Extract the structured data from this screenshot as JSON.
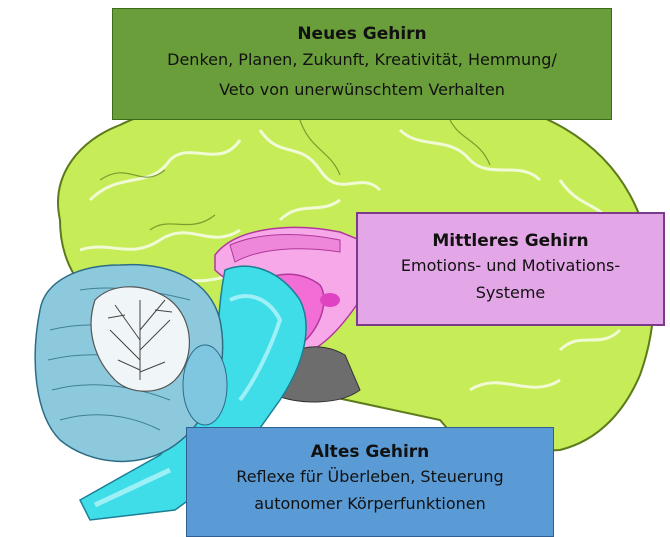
{
  "boxes": {
    "new": {
      "title": "Neues Gehirn",
      "line1": "Denken, Planen, Zukunft, Kreativität, Hemmung/",
      "line2": "Veto von unerwünschtem Verhalten",
      "color": "#6a9e3b"
    },
    "mid": {
      "title": "Mittleres Gehirn",
      "line1": "Emotions- und Motivations-",
      "line2": "Systeme",
      "color": "#e3a6e6"
    },
    "old": {
      "title": "Altes Gehirn",
      "line1": "Reflexe für Überleben, Steuerung",
      "line2": "autonomer Körperfunktionen",
      "color": "#5b9bd5"
    }
  },
  "brain_colors": {
    "cortex": "#c6ec57",
    "limbic_pink": "#f26ed6",
    "limbic_light": "#f7a8e8",
    "stem_cyan": "#3fdde8",
    "cerebellum": "#8dc9dd"
  }
}
